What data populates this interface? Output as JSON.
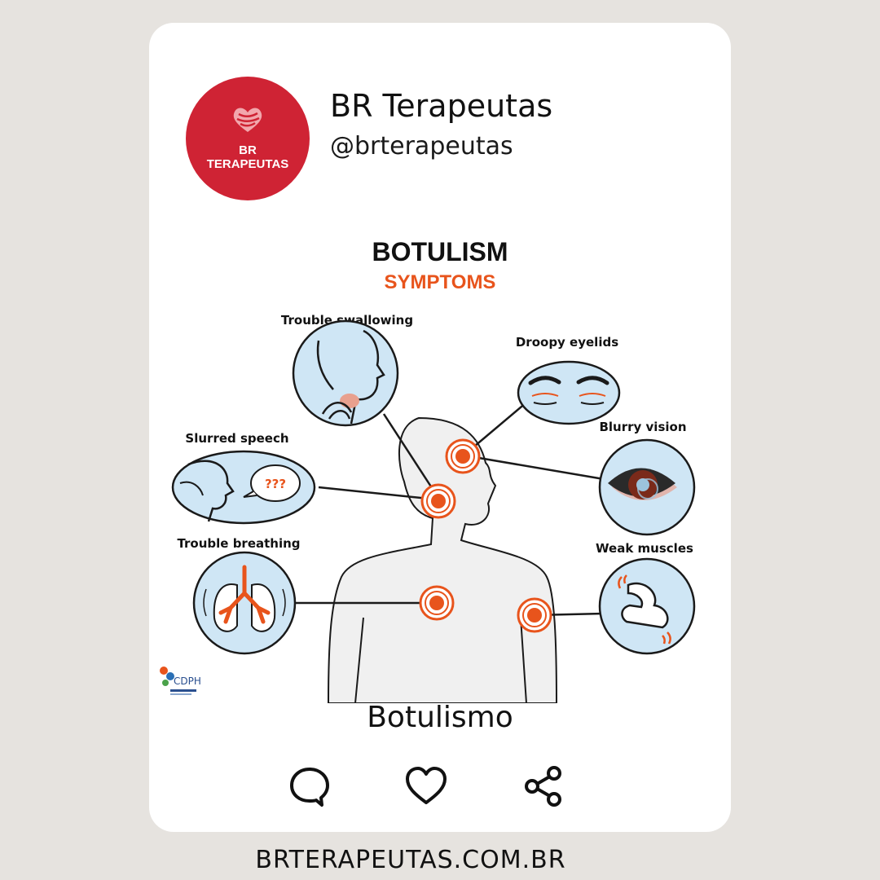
{
  "profile": {
    "name": "BR Terapeutas",
    "handle": "@brterapeutas",
    "avatar_line1": "BR",
    "avatar_line2": "TERAPEUTAS"
  },
  "infographic": {
    "title": "BOTULISM",
    "subtitle": "SYMPTOMS",
    "symptoms": {
      "trouble_swallowing": "Trouble swallowing",
      "droopy_eyelids": "Droopy eyelids",
      "slurred_speech": "Slurred speech",
      "blurry_vision": "Blurry vision",
      "trouble_breathing": "Trouble breathing",
      "weak_muscles": "Weak muscles"
    },
    "speech_bubble": "???",
    "source_logo": "CDPH",
    "accent_color": "#e8541c",
    "bubble_fill": "#cfe6f5",
    "body_fill": "#f0f0f0"
  },
  "post": {
    "caption": "Botulismo"
  },
  "actions": {
    "comment_icon": "comment-icon",
    "like_icon": "heart-icon",
    "share_icon": "share-icon"
  },
  "footer": {
    "url": "BRTERAPEUTAS.COM.BR"
  },
  "colors": {
    "background": "#e6e3df",
    "card": "#ffffff",
    "brand_red": "#cf2334"
  }
}
